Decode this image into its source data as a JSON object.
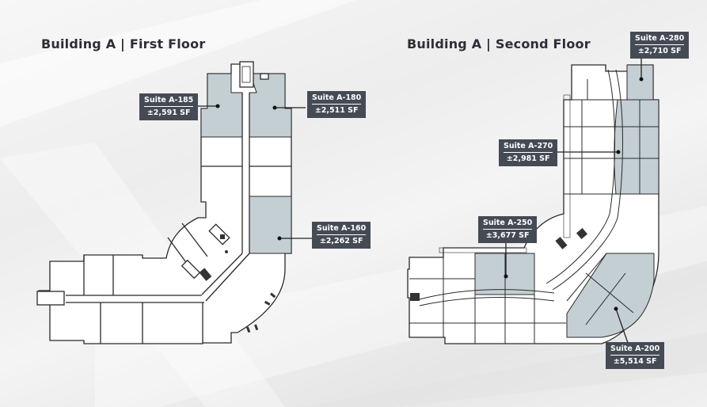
{
  "floors": [
    {
      "title": "Building A | First Floor",
      "suites": [
        {
          "name": "Suite A-185",
          "area": "±2,591 SF"
        },
        {
          "name": "Suite A-180",
          "area": "±2,511 SF"
        },
        {
          "name": "Suite A-160",
          "area": "±2,262 SF"
        }
      ]
    },
    {
      "title": "Building A | Second Floor",
      "suites": [
        {
          "name": "Suite A-280",
          "area": "±2,710 SF"
        },
        {
          "name": "Suite A-270",
          "area": "±2,981 SF"
        },
        {
          "name": "Suite A-250",
          "area": "±3,677 SF"
        },
        {
          "name": "Suite A-200",
          "area": "±5,514 SF"
        }
      ]
    }
  ],
  "colors": {
    "available_suite_fill": "#c4cfd4",
    "label_background": "#444b55",
    "wall": "#2a2a2a",
    "title": "#2b2f36"
  }
}
